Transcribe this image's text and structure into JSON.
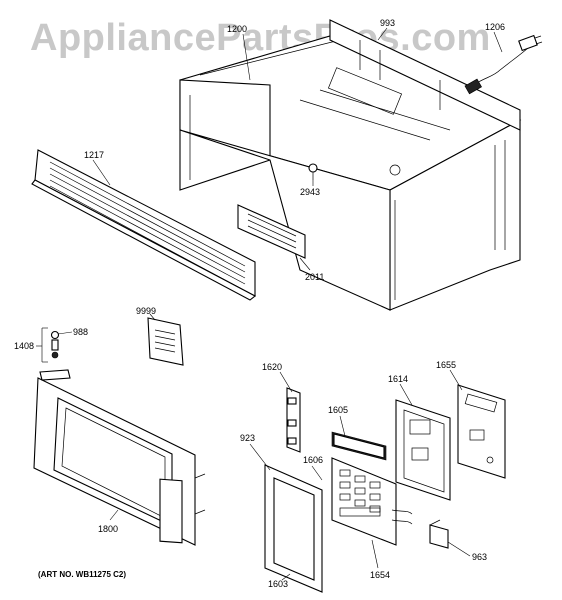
{
  "watermark": "AppliancePartsPros.com",
  "art_number": "(ART NO. WB11275 C2)",
  "callouts": {
    "c1200": "1200",
    "c993": "993",
    "c1206": "1206",
    "c1217": "1217",
    "c2943": "2943",
    "c2011": "2011",
    "c9999": "9999",
    "c988": "988",
    "c1408": "1408",
    "c1620": "1620",
    "c1655": "1655",
    "c1614": "1614",
    "c1605": "1605",
    "c923": "923",
    "c1606": "1606",
    "c1800": "1800",
    "c963": "963",
    "c1603": "1603",
    "c1654": "1654"
  }
}
